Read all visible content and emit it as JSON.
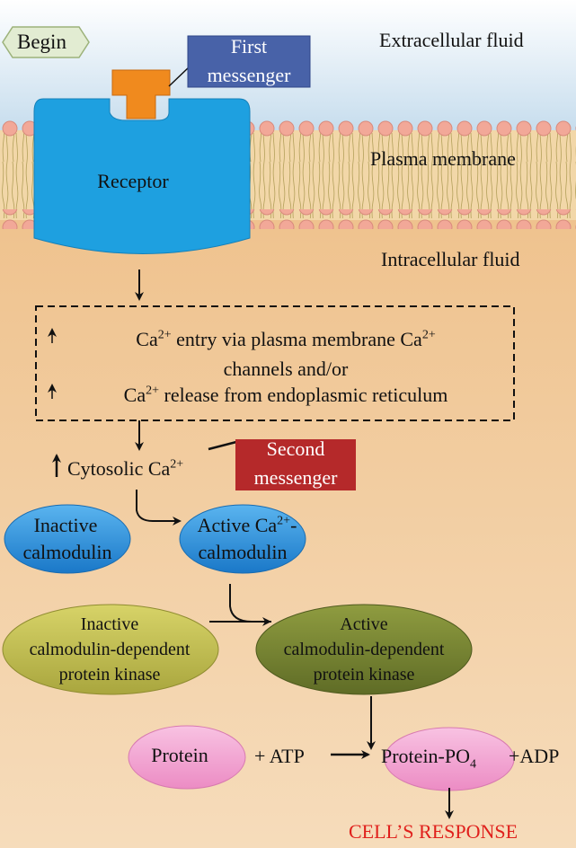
{
  "begin_label": "Begin",
  "regions": {
    "extracellular": "Extracellular fluid",
    "membrane": "Plasma membrane",
    "intracellular": "Intracellular fluid"
  },
  "first_messenger": {
    "line1": "First",
    "line2": "messenger"
  },
  "receptor": "Receptor",
  "calcium_box": {
    "line1": "Ca",
    "line1_sup": "2+",
    "line1_rest": " entry via plasma membrane Ca",
    "line1_sup2": "2+",
    "line2": "channels and/or",
    "line3": "Ca",
    "line3_sup": "2+",
    "line3_rest": " release from endoplasmic reticulum"
  },
  "cytosolic": {
    "text": "Cytosolic Ca",
    "sup": "2+"
  },
  "second_messenger": {
    "line1": "Second",
    "line2": "messenger"
  },
  "inactive_calmodulin": {
    "line1": "Inactive",
    "line2": "calmodulin"
  },
  "active_calmodulin": {
    "line1": "Active Ca",
    "sup": "2+",
    "dash": "-",
    "line2": "calmodulin"
  },
  "inactive_kinase": {
    "line1": "Inactive",
    "line2": "calmodulin-dependent",
    "line3": "protein kinase"
  },
  "active_kinase": {
    "line1": "Active",
    "line2": "calmodulin-dependent",
    "line3": "protein kinase"
  },
  "protein": "Protein",
  "plus_atp": "+ ATP",
  "protein_po4": {
    "text": "Protein-PO",
    "sub": "4"
  },
  "plus_adp": "+ADP",
  "response": "CELL’S RESPONSE",
  "colors": {
    "receptor": "#1ea0e0",
    "first_messenger_box": "#4862a8",
    "second_messenger_box": "#b5292a",
    "ligand": "#f08a1e",
    "calmodulin": "#2b8ed8",
    "inactive_kinase": "#c6c257",
    "active_kinase": "#7b8834",
    "protein": "#f3a6d2",
    "response": "#e0201c"
  }
}
